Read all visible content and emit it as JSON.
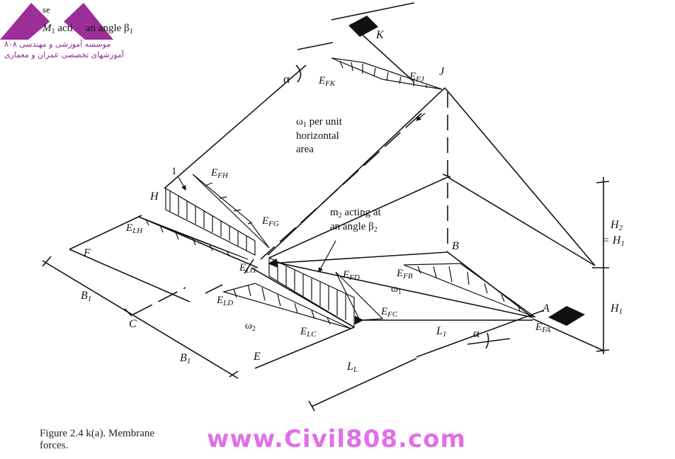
{
  "figure": {
    "caption_line1": "Figure 2.4 k(a). Membrane",
    "caption_line2": "forces.",
    "labels": {
      "K": "K",
      "J": "J",
      "B": "B",
      "A": "A",
      "F": "F",
      "C": "C",
      "E": "E",
      "H": "H",
      "one": "1",
      "alpha_top": "α",
      "alpha_bottom": "α",
      "EFK": "E",
      "EFK_sub": "FK",
      "EFJ": "E",
      "EFJ_sub": "FJ",
      "EFH": "E",
      "EFH_sub": "FH",
      "EFG": "E",
      "EFG_sub": "FG",
      "ELH": "E",
      "ELH_sub": "LH",
      "ELG": "E",
      "ELG_sub": "LG",
      "ELD": "E",
      "ELD_sub": "LD",
      "ELC": "E",
      "ELC_sub": "LC",
      "EFD": "E",
      "EFD_sub": "FD",
      "EFB": "E",
      "EFB_sub": "FB",
      "EFC": "E",
      "EFC_sub": "FC",
      "EFA": "E",
      "EFA_sub": "FA",
      "B1_upper": "B",
      "B1_upper_sub": "1",
      "B1_lower": "B",
      "B1_lower_sub": "1",
      "L1": "L",
      "L1_sub": "1",
      "LL": "L",
      "LL_sub": "L",
      "H2": "H",
      "H2_sub": "2",
      "eqH1": "= H",
      "eqH1_sub": "1",
      "H1": "H",
      "H1_sub": "1",
      "omega1_upper_line1": "ω",
      "omega1_upper_sub": "1",
      "omega1_upper_rest": " per unit",
      "omega1_upper_line2": "horizontal",
      "omega1_upper_line3": "area",
      "omega1_lower": "ω",
      "omega1_lower_sub": "1",
      "omega2": "ω",
      "omega2_sub": "2",
      "m2_line1_a": "m",
      "m2_line1_sub": "2",
      "m2_line1_b": " acting at",
      "m2_line2_a": "an angle β",
      "m2_line2_sub": "2",
      "top_cut_line1": "se",
      "top_cut_line2_a": "M",
      "top_cut_line2_sub": "1",
      "top_cut_line2_b": " acti",
      "top_cut_line2_c": "an angle β",
      "top_cut_line2_sub2": "1"
    }
  },
  "watermark": {
    "text": "www.Civil808.com",
    "color": "#e070e8"
  },
  "logo": {
    "color": "#8e2a8c",
    "line1": "موسسه آموزشی و مهندسی ۸۰۸",
    "line2": "آموزشهای تخصصی عمران و معماری"
  }
}
